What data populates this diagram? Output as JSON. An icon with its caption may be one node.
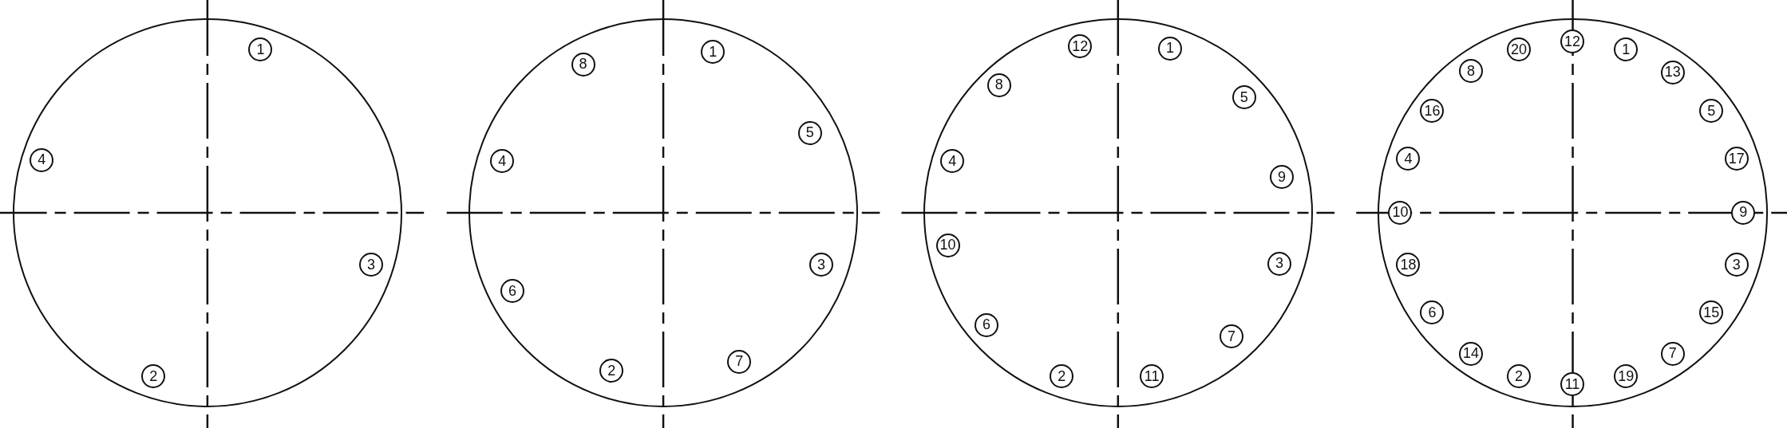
{
  "diagram": {
    "nodes": [
      {
        "text": [],
        "shape": "circle"
      },
      {
        "text": [
          "1"
        ],
        "in": 0
      },
      {
        "text": [
          "4"
        ],
        "in": 0
      },
      {
        "text": [
          "3"
        ],
        "in": 0
      },
      {
        "text": [
          "2"
        ],
        "in": 0
      },
      {
        "text": [],
        "shape": "circle"
      },
      {
        "text": [
          "8"
        ],
        "in": 5
      },
      {
        "text": [
          "1"
        ],
        "in": 5
      },
      {
        "text": [
          "5"
        ],
        "in": 5
      },
      {
        "text": [
          "4"
        ],
        "in": 5
      },
      {
        "text": [
          "3"
        ],
        "in": 5
      },
      {
        "text": [
          "6"
        ],
        "in": 5
      },
      {
        "text": [
          "7"
        ],
        "in": 5
      },
      {
        "text": [
          "2"
        ],
        "in": 5
      },
      {
        "text": [],
        "shape": "circle"
      },
      {
        "text": [
          "12"
        ],
        "in": 14
      },
      {
        "text": [
          "1"
        ],
        "in": 14
      },
      {
        "text": [
          "8"
        ],
        "in": 14
      },
      {
        "text": [
          "5"
        ],
        "in": 14
      },
      {
        "text": [
          "4"
        ],
        "in": 14
      },
      {
        "text": [
          "9"
        ],
        "in": 14
      },
      {
        "text": [
          "10"
        ],
        "in": 14
      },
      {
        "text": [
          "3"
        ],
        "in": 14
      },
      {
        "text": [
          "6"
        ],
        "in": 14
      },
      {
        "text": [
          "7"
        ],
        "in": 14
      },
      {
        "text": [
          "2"
        ],
        "in": 14
      },
      {
        "text": [
          "11"
        ],
        "in": 14
      },
      {
        "text": [],
        "shape": "circle"
      },
      {
        "text": [
          "12"
        ],
        "in": 27
      },
      {
        "text": [
          "20"
        ],
        "in": 27
      },
      {
        "text": [
          "1"
        ],
        "in": 27
      },
      {
        "text": [
          "8"
        ],
        "in": 27
      },
      {
        "text": [
          "13"
        ],
        "in": 27
      },
      {
        "text": [
          "16"
        ],
        "in": 27
      },
      {
        "text": [
          "5"
        ],
        "in": 27
      },
      {
        "text": [
          "4"
        ],
        "in": 27
      },
      {
        "text": [
          "17"
        ],
        "in": 27
      },
      {
        "text": [
          "10"
        ],
        "in": 27
      },
      {
        "text": [
          "9"
        ],
        "in": 27
      },
      {
        "text": [
          "18"
        ],
        "in": 27
      },
      {
        "text": [
          "3"
        ],
        "in": 27
      },
      {
        "text": [
          "6"
        ],
        "in": 27
      },
      {
        "text": [
          "15"
        ],
        "in": 27
      },
      {
        "text": [
          "14"
        ],
        "in": 27
      },
      {
        "text": [
          "7"
        ],
        "in": 27
      },
      {
        "text": [
          "2"
        ],
        "in": 27
      },
      {
        "text": [
          "19"
        ],
        "in": 27
      },
      {
        "text": [
          "11"
        ],
        "in": 27
      }
    ]
  }
}
